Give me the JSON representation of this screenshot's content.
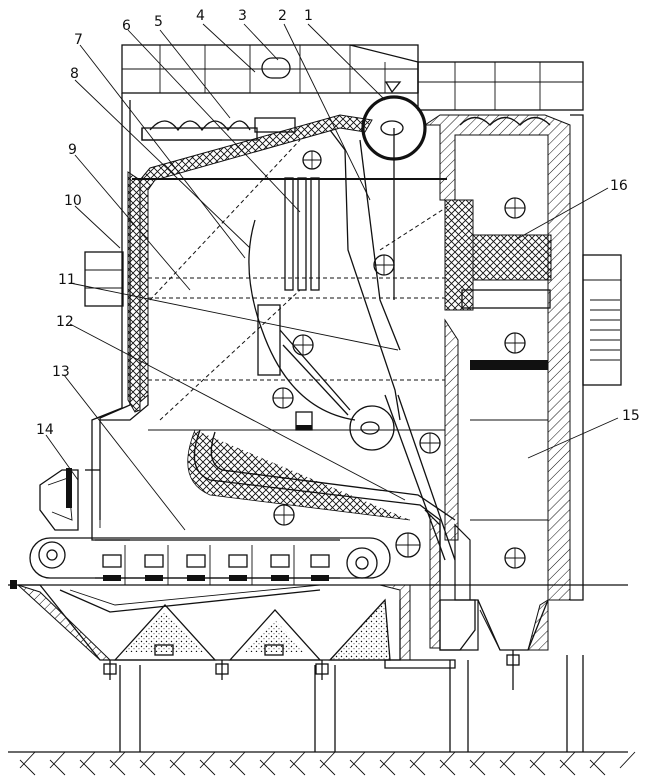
{
  "labels": {
    "l1": "1",
    "l2": "2",
    "l3": "3",
    "l4": "4",
    "l5": "5",
    "l6": "6",
    "l7": "7",
    "l8": "8",
    "l9": "9",
    "l10": "10",
    "l11": "11",
    "l12": "12",
    "l13": "13",
    "l14": "14",
    "l15": "15",
    "l16": "16"
  },
  "colors": {
    "ink": "#111111",
    "paper": "#ffffff"
  }
}
